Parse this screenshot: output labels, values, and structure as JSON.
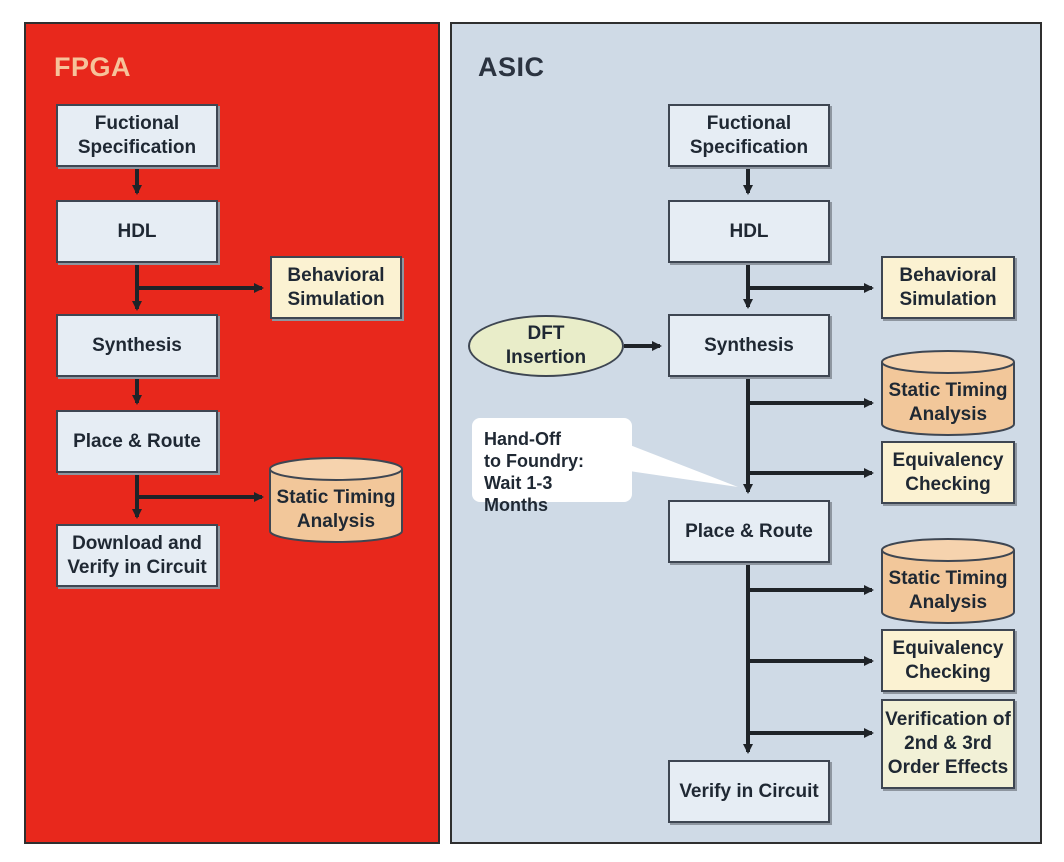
{
  "fpga": {
    "title": "FPGA",
    "functional_spec": "Fuctional\nSpecification",
    "hdl": "HDL",
    "behavioral_sim": "Behavioral\nSimulation",
    "synthesis": "Synthesis",
    "place_route": "Place & Route",
    "static_timing": "Static Timing\nAnalysis",
    "download_verify": "Download and\nVerify in Circuit"
  },
  "asic": {
    "title": "ASIC",
    "functional_spec": "Fuctional\nSpecification",
    "hdl": "HDL",
    "behavioral_sim": "Behavioral\nSimulation",
    "dft_insertion": "DFT\nInsertion",
    "synthesis": "Synthesis",
    "static_timing_1": "Static Timing\nAnalysis",
    "equivalency_1": "Equivalency\nChecking",
    "handoff": "Hand-Off\nto Foundry:\nWait 1-3 Months",
    "place_route": "Place & Route",
    "static_timing_2": "Static Timing\nAnalysis",
    "equivalency_2": "Equivalency\nChecking",
    "verification_effects": "Verification of\n2nd & 3rd\nOrder Effects",
    "verify_circuit": "Verify in Circuit"
  },
  "colors": {
    "fpga_bg": "#e8281c",
    "asic_bg": "#cfdae6",
    "box_fill": "#e6edf4",
    "cream_fill": "#fbf2d2",
    "cylinder_fill": "#f2c79a",
    "arrow": "#1f2328"
  }
}
